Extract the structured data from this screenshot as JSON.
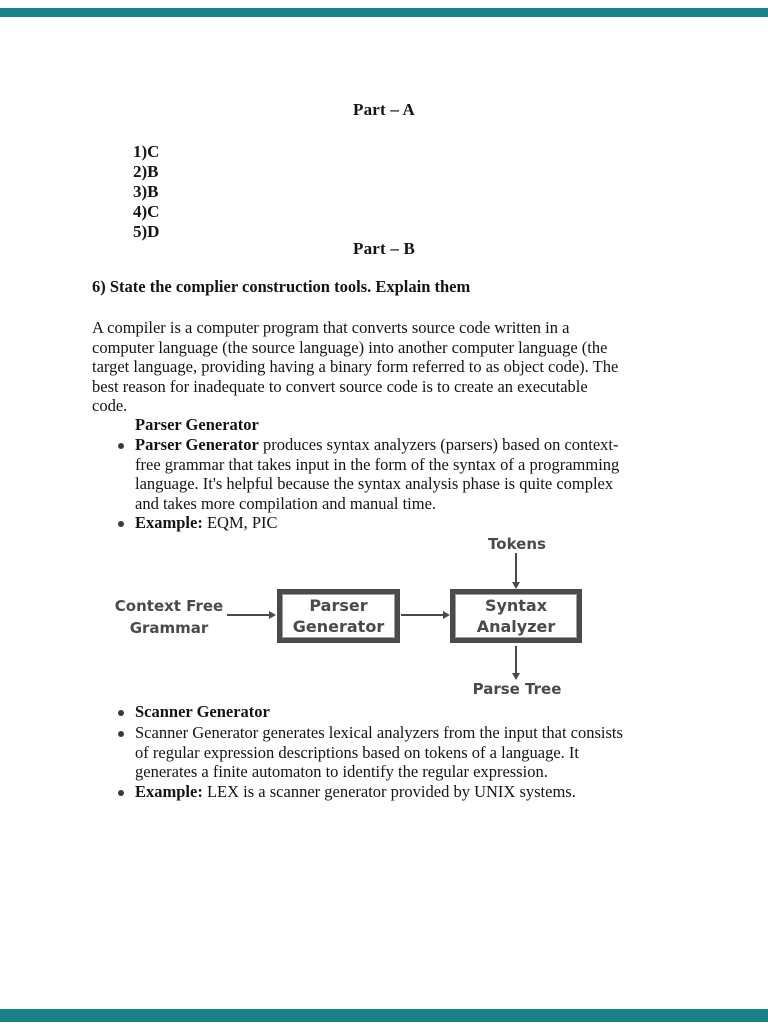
{
  "viewer": {
    "band_color": "#1b8184"
  },
  "document": {
    "part_a_title": "Part – A",
    "answers": [
      "1)C",
      "2)B",
      "3)B",
      "4)C",
      "5)D"
    ],
    "part_b_title": "Part – B",
    "question_heading": "6) State the complier construction tools. Explain them",
    "intro_lines": [
      "A compiler is a computer program that converts source code written in a",
      "computer language (the source language) into another computer language (the",
      "target language, providing having a binary form referred to as object code). The",
      "best reason for inadequate to convert source code is to create an executable",
      "code."
    ],
    "parser_section": {
      "subheading": "Parser Generator",
      "bullet1": {
        "lead": "Parser Generator",
        "line1_rest": " produces syntax analyzers (parsers) based on context-",
        "line2": "free grammar that takes input in the form of the syntax of a programming",
        "line3": "language. It's helpful because the syntax analysis phase is quite complex",
        "line4": "and takes more compilation and manual time."
      },
      "bullet2": {
        "lead": "Example:",
        "rest": " EQM, PIC"
      }
    },
    "diagram": {
      "tokens_label": "Tokens",
      "input_label_line1": "Context Free",
      "input_label_line2": "Grammar",
      "parser_box_line1": "Parser",
      "parser_box_line2": "Generator",
      "syntax_box_line1": "Syntax",
      "syntax_box_line2": "Analyzer",
      "output_label": "Parse Tree",
      "diagram_color": "#4a4a4a"
    },
    "scanner_section": {
      "bullet1_lead": "Scanner Generator",
      "bullet2_lines": [
        "Scanner Generator generates lexical analyzers from the input that consists",
        "of regular expression descriptions based on tokens of a language. It",
        "generates a finite automaton to identify the regular expression."
      ],
      "bullet3": {
        "lead": "Example:",
        "rest": " LEX is a scanner generator provided by UNIX systems."
      }
    }
  }
}
